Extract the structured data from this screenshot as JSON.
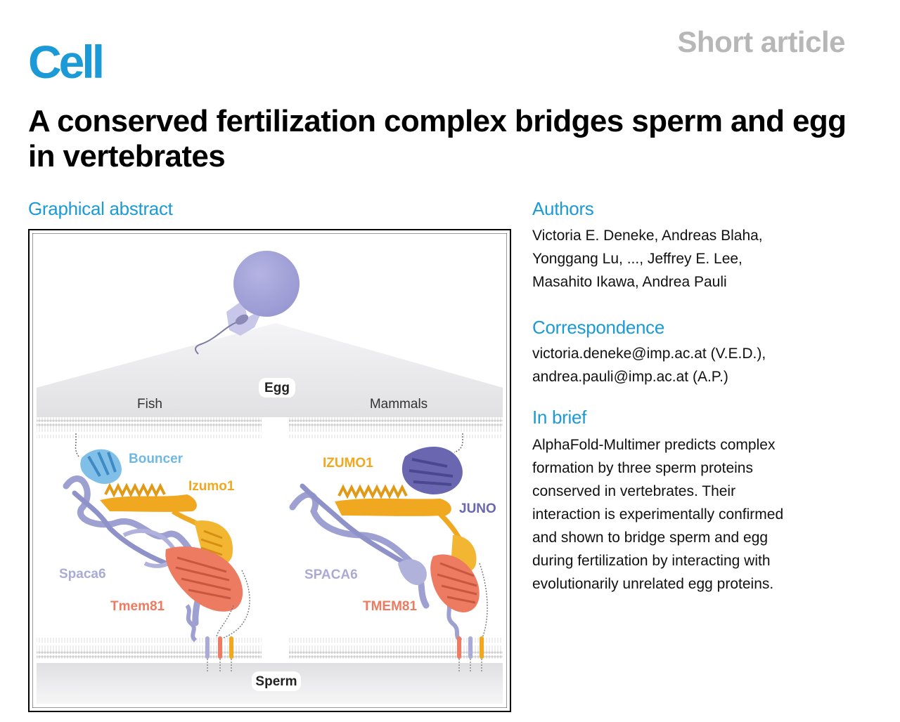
{
  "journal": {
    "name": "Cell",
    "article_type": "Short article"
  },
  "title": "A conserved fertilization complex bridges sperm and egg in vertebrates",
  "graphical_abstract": {
    "heading": "Graphical abstract",
    "labels": {
      "egg": "Egg",
      "sperm": "Sperm",
      "fish": "Fish",
      "mammals": "Mammals",
      "bouncer": "Bouncer",
      "izumo1_fish": "Izumo1",
      "spaca6_fish": "Spaca6",
      "tmem81_fish": "Tmem81",
      "izumo1_mammal": "IZUMO1",
      "juno": "JUNO",
      "spaca6_mammal": "SPACA6",
      "tmem81_mammal": "TMEM81"
    },
    "colors": {
      "egg": "#a7a6da",
      "bouncer": "#6fb8e6",
      "izumo1": "#f0a820",
      "spaca6": "#a9abd6",
      "tmem81": "#ec7b62",
      "juno": "#6a67b0",
      "membrane": "#d7d7d7"
    }
  },
  "authors": {
    "heading": "Authors",
    "lines": [
      "Victoria E. Deneke, Andreas Blaha,",
      "Yonggang Lu, ..., Jeffrey E. Lee,",
      "Masahito Ikawa, Andrea Pauli"
    ]
  },
  "correspondence": {
    "heading": "Correspondence",
    "lines": [
      "victoria.deneke@imp.ac.at (V.E.D.),",
      "andrea.pauli@imp.ac.at (A.P.)"
    ]
  },
  "in_brief": {
    "heading": "In brief",
    "lines": [
      "AlphaFold-Multimer predicts complex",
      "formation by three sperm proteins",
      "conserved in vertebrates. Their",
      "interaction is experimentally confirmed",
      "and shown to bridge sperm and egg",
      "during fertilization by interacting with",
      "evolutionarily unrelated egg proteins."
    ]
  }
}
